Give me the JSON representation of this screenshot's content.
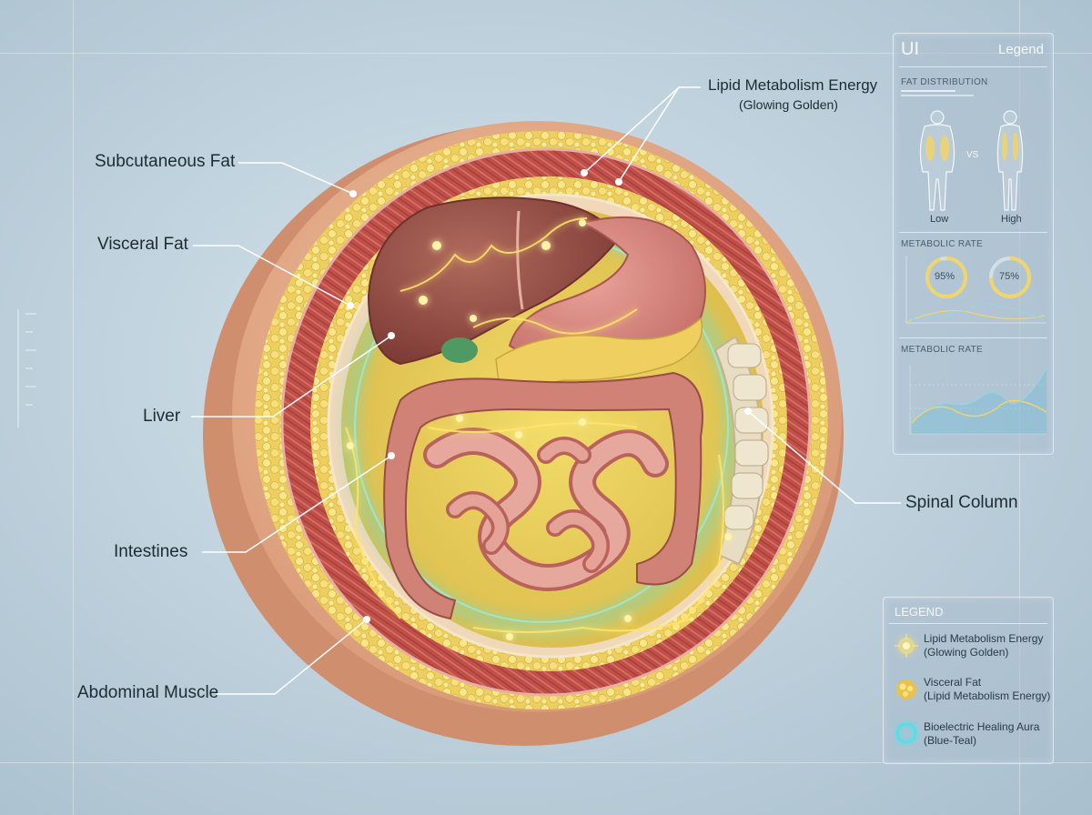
{
  "labels": {
    "subcutaneous_fat": "Subcutaneous Fat",
    "visceral_fat": "Visceral Fat",
    "liver": "Liver",
    "intestines": "Intestines",
    "abdominal_muscle": "Abdominal Muscle",
    "lipid_line1": "Lipid Metabolism Energy",
    "lipid_line2": "(Glowing Golden)",
    "spinal_column": "Spinal Column"
  },
  "ui_panel": {
    "ui_label": "UI",
    "legend_label": "Legend",
    "fat_distribution": "FAT DISTRIBUTION",
    "vs": "VS",
    "low": "Low",
    "high": "High",
    "metabolic_rate_1": "METABOLIC RATE",
    "gauge_1": "95%",
    "gauge_2": "75%",
    "gauge_1_value": 0.95,
    "gauge_2_value": 0.75,
    "metabolic_rate_2": "METABOLIC RATE"
  },
  "legend": {
    "title": "LEGEND",
    "items": [
      {
        "line1": "Lipid Metabolism Energy",
        "line2": "(Glowing Golden)",
        "icon": "golden-spark-icon"
      },
      {
        "line1": "Visceral Fat",
        "line2": "(Lipid Metabolism Energy)",
        "icon": "fat-globule-icon"
      },
      {
        "line1": "Bioelectric Healing Aura",
        "line2": "(Blue-Teal)",
        "icon": "teal-ring-icon"
      }
    ]
  },
  "colors": {
    "golden": "#ffd84a",
    "teal": "#4fe0ea",
    "fat": "#f2d56a",
    "muscle": "#c0504a",
    "skin": "#e9b391"
  }
}
